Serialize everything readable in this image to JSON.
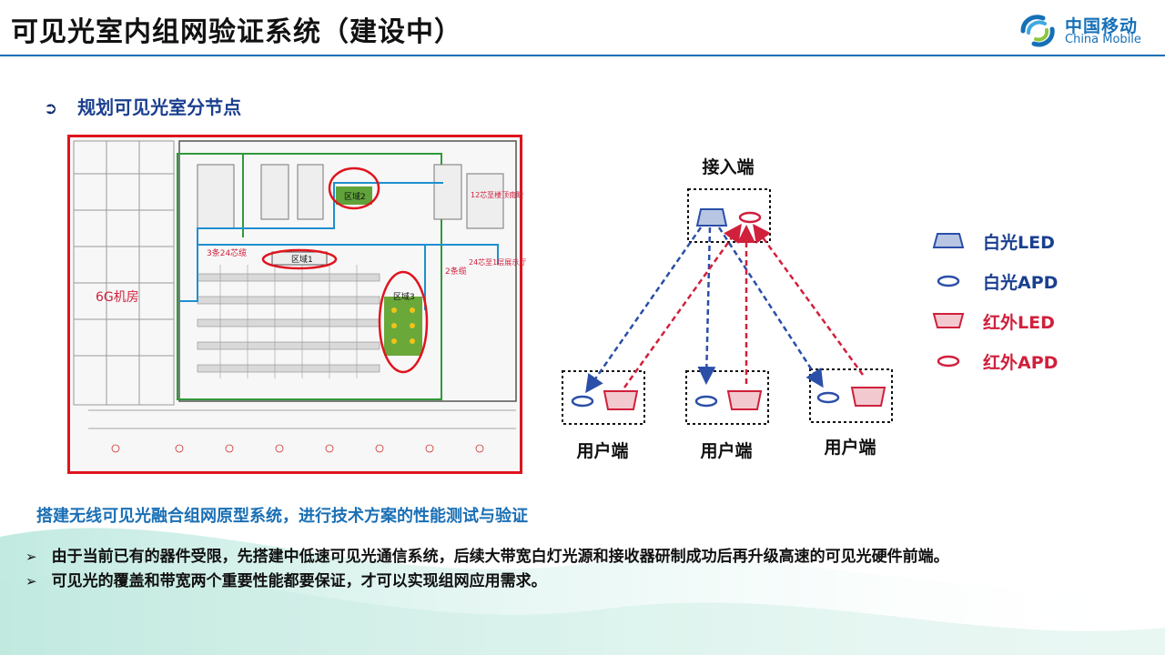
{
  "header": {
    "title": "可见光室内组网验证系统（建设中）",
    "logo_cn": "中国移动",
    "logo_en": "China Mobile"
  },
  "section": {
    "heading": "规划可见光室分节点"
  },
  "floorplan": {
    "labels": {
      "area1": "区域1",
      "area2": "区域2",
      "area3": "区域3",
      "room6g": "6G机房",
      "cable3x24": "3条24芯缆",
      "cable2": "2条缆",
      "cable12": "12芯至楼顶南眼",
      "cable24": "24芯至1层展示厅"
    }
  },
  "network": {
    "access_label": "接入端",
    "user_labels": [
      "用户端",
      "用户端",
      "用户端"
    ]
  },
  "legend": {
    "items": [
      {
        "label": "白光LED",
        "color": "#2b4fa8"
      },
      {
        "label": "白光APD",
        "color": "#2b4fa8"
      },
      {
        "label": "红外LED",
        "color": "#d0203c"
      },
      {
        "label": "红外APD",
        "color": "#d0203c"
      }
    ]
  },
  "summary": {
    "heading": "搭建无线可见光融合组网原型系统，进行技术方案的性能测试与验证",
    "points": [
      "由于当前已有的器件受限，先搭建中低速可见光通信系统，后续大带宽白灯光源和接收器研制成功后再升级高速的可见光硬件前端。",
      "可见光的覆盖和带宽两个重要性能都要保证，才可以实现组网应用需求。"
    ]
  }
}
